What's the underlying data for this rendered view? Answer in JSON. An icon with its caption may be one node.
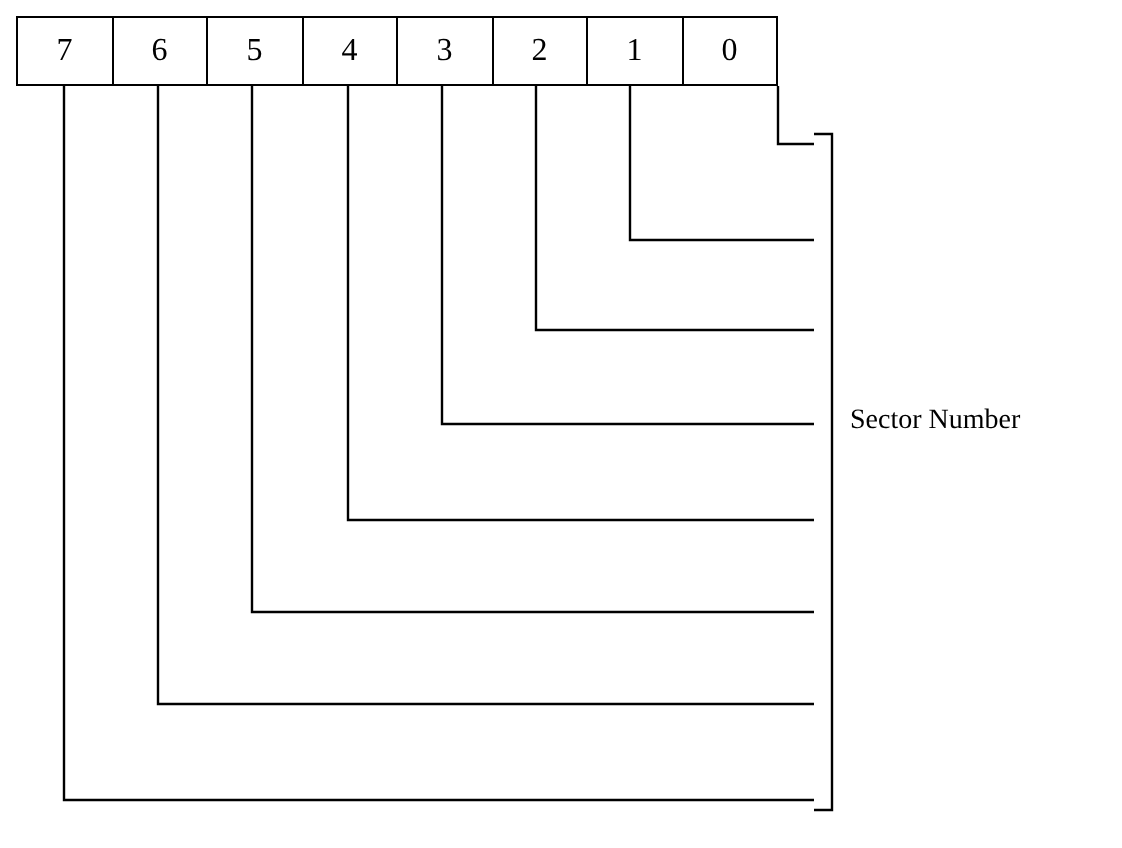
{
  "diagram": {
    "nodes": [
      {
        "text": [
          "7"
        ]
      },
      {
        "text": [
          "6"
        ]
      },
      {
        "text": [
          "5"
        ]
      },
      {
        "text": [
          "4"
        ]
      },
      {
        "text": [
          "3"
        ]
      },
      {
        "text": [
          "2"
        ]
      },
      {
        "text": [
          "1"
        ]
      },
      {
        "text": [
          "0"
        ]
      },
      {
        "text": [
          "Sector Number"
        ]
      }
    ],
    "edges": [
      {
        "from": 0,
        "to": 8,
        "arrow": "none"
      },
      {
        "from": 1,
        "to": 8,
        "arrow": "none"
      },
      {
        "from": 2,
        "to": 8,
        "arrow": "none"
      },
      {
        "from": 3,
        "to": 8,
        "arrow": "none"
      },
      {
        "from": 4,
        "to": 8,
        "arrow": "none"
      },
      {
        "from": 5,
        "to": 8,
        "arrow": "none"
      },
      {
        "from": 6,
        "to": 8,
        "arrow": "none"
      },
      {
        "from": 7,
        "to": 8,
        "arrow": "none"
      }
    ]
  }
}
